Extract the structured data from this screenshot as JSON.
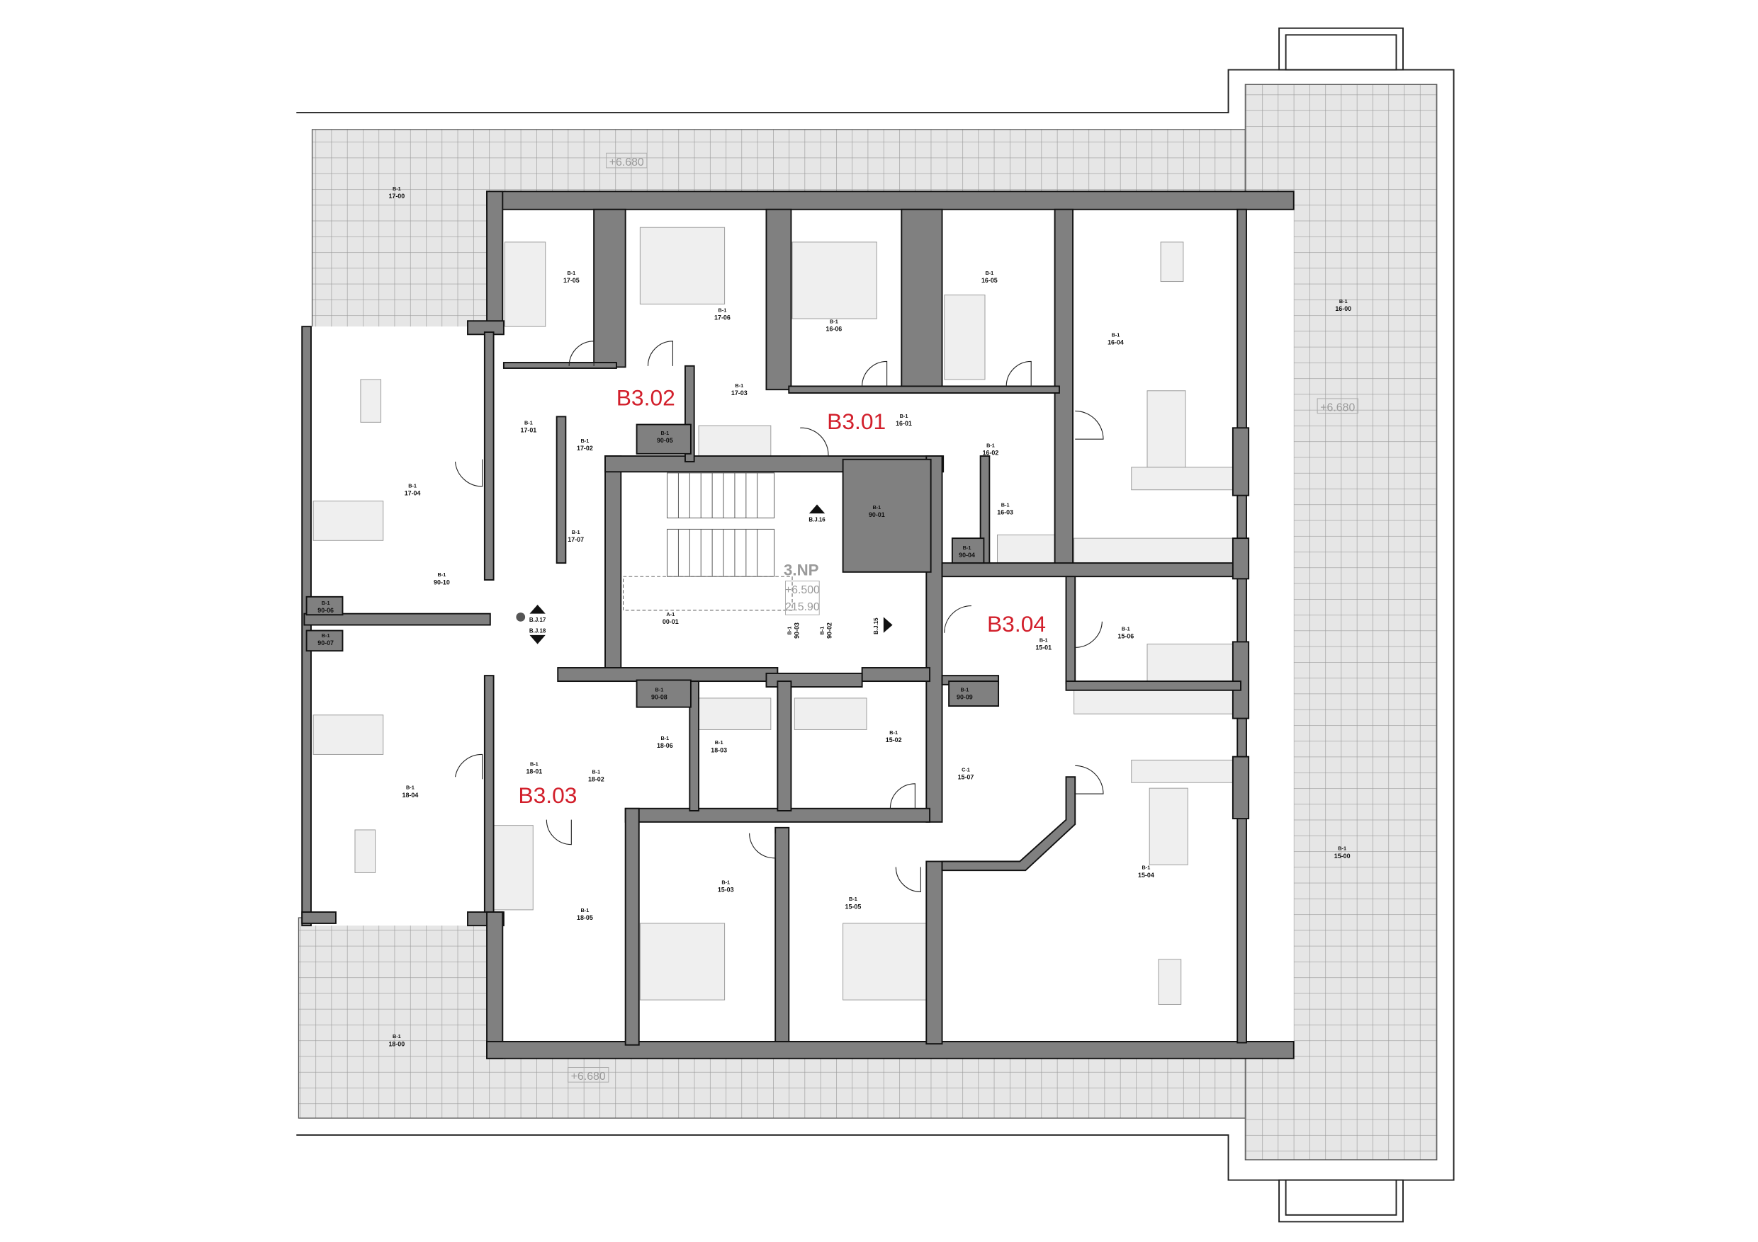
{
  "floor": {
    "name": "3.NP",
    "level": "+6.500",
    "area": "215.90"
  },
  "terrace_levels": [
    "+6.680",
    "+6.680",
    "+6.680"
  ],
  "apartments": [
    "B3.02",
    "B3.01",
    "B3.04",
    "B3.03"
  ],
  "rooms": [
    {
      "type": "B-1",
      "num": "17-00"
    },
    {
      "type": "B-1",
      "num": "17-05"
    },
    {
      "type": "B-1",
      "num": "17-06"
    },
    {
      "type": "B-1",
      "num": "16-06"
    },
    {
      "type": "B-1",
      "num": "16-05"
    },
    {
      "type": "B-1",
      "num": "16-04"
    },
    {
      "type": "B-1",
      "num": "16-00"
    },
    {
      "type": "B-1",
      "num": "17-01"
    },
    {
      "type": "B-1",
      "num": "17-02"
    },
    {
      "type": "B-1",
      "num": "17-03"
    },
    {
      "type": "B-1",
      "num": "90-05"
    },
    {
      "type": "B-1",
      "num": "16-01"
    },
    {
      "type": "B-1",
      "num": "16-02"
    },
    {
      "type": "B-1",
      "num": "16-03"
    },
    {
      "type": "B-1",
      "num": "90-04"
    },
    {
      "type": "B-1",
      "num": "90-01"
    },
    {
      "type": "B-1",
      "num": "17-04"
    },
    {
      "type": "B-1",
      "num": "17-07"
    },
    {
      "type": "B-1",
      "num": "90-10"
    },
    {
      "type": "B-1",
      "num": "90-06"
    },
    {
      "type": "B-1",
      "num": "90-07"
    },
    {
      "type": "A-1",
      "num": "00-01"
    },
    {
      "type": "B-1",
      "num": "15-01"
    },
    {
      "type": "B-1",
      "num": "15-06"
    },
    {
      "type": "B-1",
      "num": "90-08"
    },
    {
      "type": "B-1",
      "num": "18-06"
    },
    {
      "type": "B-1",
      "num": "18-03"
    },
    {
      "type": "B-1",
      "num": "15-02"
    },
    {
      "type": "B-1",
      "num": "90-09"
    },
    {
      "type": "C-1",
      "num": "15-07"
    },
    {
      "type": "B-1",
      "num": "18-01"
    },
    {
      "type": "B-1",
      "num": "18-02"
    },
    {
      "type": "B-1",
      "num": "18-04"
    },
    {
      "type": "B-1",
      "num": "18-05"
    },
    {
      "type": "B-1",
      "num": "15-03"
    },
    {
      "type": "B-1",
      "num": "15-05"
    },
    {
      "type": "B-1",
      "num": "15-04"
    },
    {
      "type": "B-1",
      "num": "15-00"
    },
    {
      "type": "B-1",
      "num": "18-00"
    },
    {
      "type": "B-1",
      "num": "90-03"
    },
    {
      "type": "B-1",
      "num": "90-02"
    }
  ],
  "markers": [
    "B.J.16",
    "B.J.17",
    "B.J.18",
    "B.J.15"
  ]
}
